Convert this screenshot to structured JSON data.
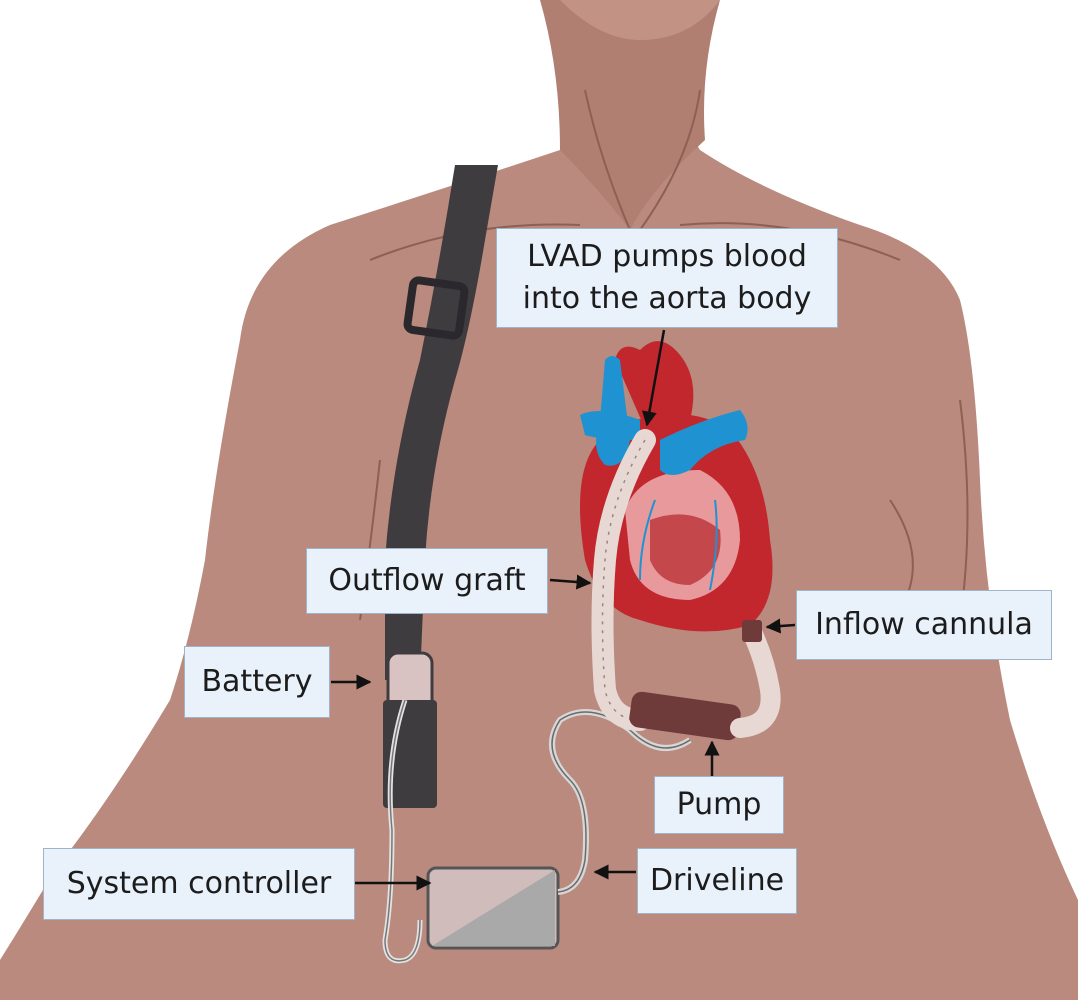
{
  "labels": {
    "lvad_line1": "LVAD pumps blood",
    "lvad_line2": "into the aorta body",
    "outflow_graft": "Outflow graft",
    "inflow_cannula": "Inflow cannula",
    "battery": "Battery",
    "pump": "Pump",
    "system_controller": "System controller",
    "driveline": "Driveline"
  },
  "colors": {
    "skin": "#b98a7d",
    "skin_shadow": "#a7776a",
    "skin_line": "#8e5f53",
    "strap": "#3f3c40",
    "heart": "#c2272d",
    "heart_light": "#e7999b",
    "vein": "#1f93d1",
    "label_bg": "#e9f1fb",
    "label_border": "#9fb3c9"
  }
}
